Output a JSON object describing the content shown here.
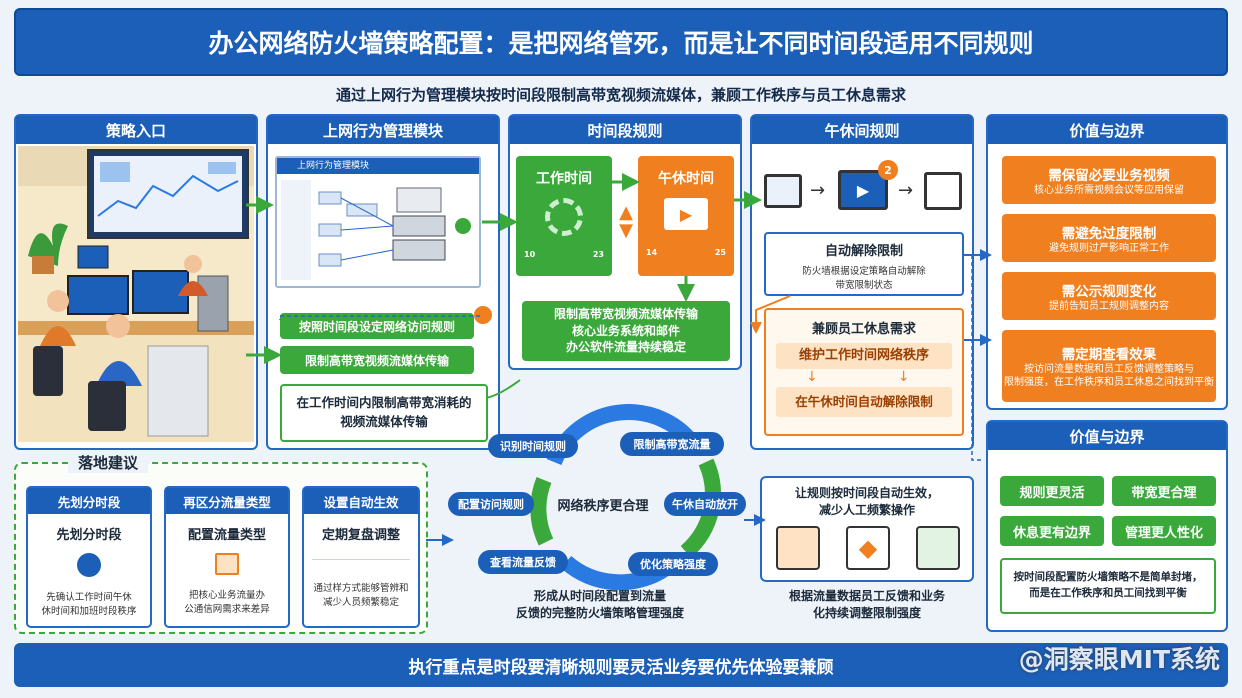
{
  "title": "办公网络防火墙策略配置：是把网络管死，而是让不同时间段适用不同规则",
  "subtitle": "通过上网行为管理模块按时间段限制高带宽视频流媒体，兼顾工作秩序与员工休息需求",
  "col1": {
    "title": "策略入口"
  },
  "col2": {
    "title": "上网行为管理模块",
    "screen_title": "上网行为管理模块",
    "btn1": "按照时间段设定网络访问规则",
    "btn2": "限制高带宽视频流媒体传输",
    "note": "在工作时间内限制高带宽消耗的视频流媒体传输"
  },
  "col3": {
    "title": "时间段规则",
    "work": "工作时间",
    "noon": "午休时间",
    "work_range_a": "10",
    "work_range_b": "23",
    "noon_range_a": "14",
    "noon_range_b": "25",
    "result": "限制高带宽视频流媒体传输",
    "result_sub1": "核心业务系统和邮件",
    "result_sub2": "办公软件流量持续稳定"
  },
  "col4": {
    "title": "午休间规则",
    "badge": "2",
    "auto_title": "自动解除限制",
    "auto_desc1": "防火墙根据设定策略自动解除",
    "auto_desc2": "带宽限制状态",
    "care": "兼顾员工休息需求",
    "keep": "维护工作时间网络秩序",
    "noon_auto": "在午休时间自动解除限制"
  },
  "col5": {
    "title": "价值与边界",
    "items": [
      {
        "title": "需保留必要业务视频",
        "desc": "核心业务所需视频会议等应用保留"
      },
      {
        "title": "需避免过度限制",
        "desc": "避免规则过严影响正常工作"
      },
      {
        "title": "需公示规则变化",
        "desc": "提前告知员工规则调整内容"
      },
      {
        "title": "需定期查看效果",
        "desc1": "按访问流量数据和员工反馈调整策略与",
        "desc2": "限制强度，在工作秩序和员工休息之间找到平衡"
      }
    ],
    "bottom_line1": "按时间段配置防火墙策略不是简单封堵，",
    "bottom_line2": "而是在工作秩序和员工间找到平衡"
  },
  "value2": {
    "title": "价值与边界",
    "tags": [
      "规则更灵活",
      "带宽更合理",
      "休息更有边界",
      "管理更人性化"
    ],
    "summary1": "按时间段配置防火墙策略不是简单封堵，",
    "summary2": "而是在工作秩序和员工间找到平衡"
  },
  "landing": {
    "title": "落地建议",
    "cards": [
      {
        "head": "先划分时段",
        "main": "先划分时段",
        "desc1": "先确认工作时间午休",
        "desc2": "休时间和加班时段秩序"
      },
      {
        "head": "再区分流量类型",
        "main": "配置流量类型",
        "desc1": "把核心业务流量办",
        "desc2": "公通信网需求来差异"
      },
      {
        "head": "设置自动生效",
        "main": "定期复盘调整",
        "desc1": "通过样方式能够管辨和",
        "desc2": "减少人员频繁稳定"
      }
    ]
  },
  "cycle": {
    "center": "网络秩序更合理",
    "nodes": [
      "识别时间规则",
      "限制高带宽流量",
      "午休自动放开",
      "优化策略强度",
      "查看流量反馈",
      "配置访问规则"
    ],
    "caption1": "形成从时间段配置到流量",
    "caption2": "反馈的完整防火墙策略管理强度"
  },
  "auto": {
    "text1": "让规则按时间段自动生效，",
    "text2": "减少人工频繁操作",
    "caption1": "根据流量数据员工反馈和业务",
    "caption2": "化持续调整限制强度"
  },
  "footer": "执行重点是时段要清晰规则要灵活业务要优先体验要兼顾",
  "watermark": "@洞察眼MIT系统",
  "colors": {
    "blue": "#1b5fb8",
    "green": "#3aa83a",
    "orange": "#f07f1f"
  }
}
